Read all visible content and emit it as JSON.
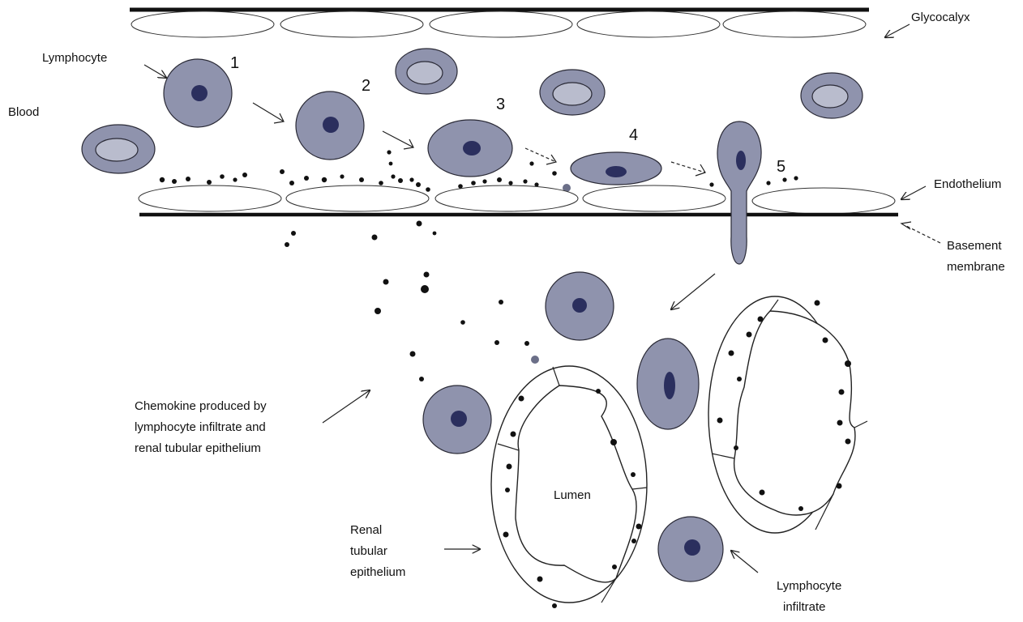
{
  "labels": {
    "glycocalyx": "Glycocalyx",
    "lymphocyte": "Lymphocyte",
    "blood": "Blood",
    "endothelium": "Endothelium",
    "basement_line1": "Basement",
    "basement_line2": "membrane",
    "chemokine_line1": "Chemokine produced by",
    "chemokine_line2": "lymphocyte infiltrate and",
    "chemokine_line3": "renal tubular epithelium",
    "lumen": "Lumen",
    "renal_line1": "Renal",
    "renal_line2": "tubular",
    "renal_line3": "epithelium",
    "infiltrate_line1": "Lymphocyte",
    "infiltrate_line2": "infiltrate"
  },
  "steps": [
    "1",
    "2",
    "3",
    "4",
    "5"
  ],
  "colors": {
    "cell": "#8f93ad",
    "nucleus": "#2b2f5e",
    "rbc_center": "#b9bccd",
    "line": "#111111"
  }
}
